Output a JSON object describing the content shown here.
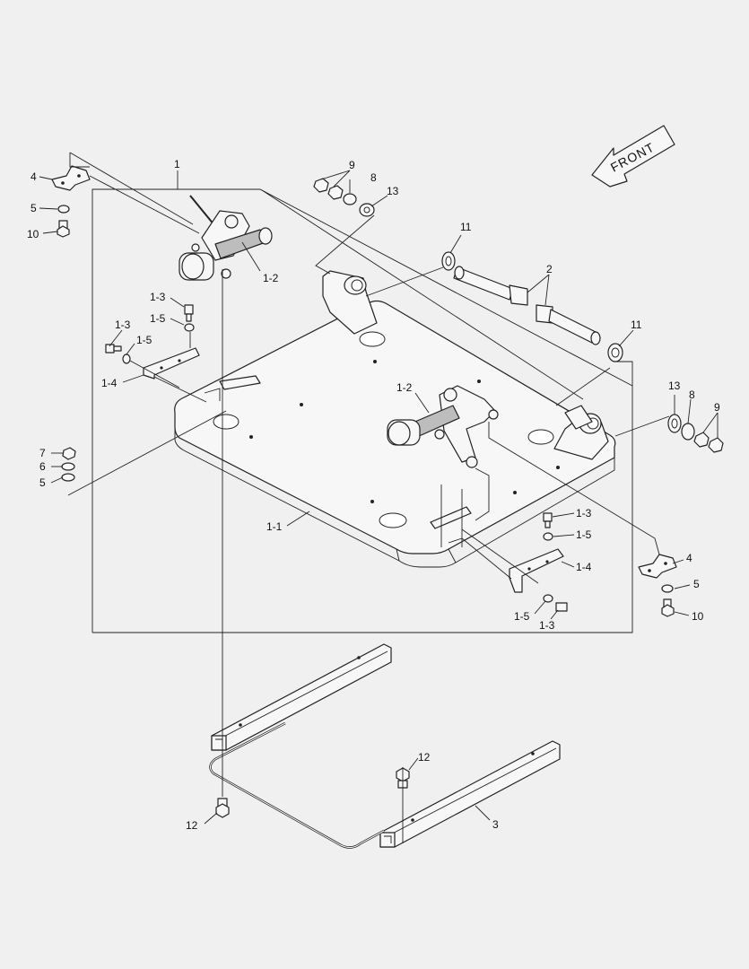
{
  "title": "",
  "front_label": "FRONT",
  "callouts": [
    {
      "id": "c1",
      "text": "1"
    },
    {
      "id": "c4a",
      "text": "4"
    },
    {
      "id": "c5a",
      "text": "5"
    },
    {
      "id": "c10a",
      "text": "10"
    },
    {
      "id": "c9a",
      "text": "9"
    },
    {
      "id": "c8a",
      "text": "8"
    },
    {
      "id": "c13a",
      "text": "13"
    },
    {
      "id": "c12a",
      "text": "1-2"
    },
    {
      "id": "c13x",
      "text": "1-3"
    },
    {
      "id": "c15x",
      "text": "1-5"
    },
    {
      "id": "c13y",
      "text": "1-3"
    },
    {
      "id": "c15y",
      "text": "1-5"
    },
    {
      "id": "c14a",
      "text": "1-4"
    },
    {
      "id": "c11a",
      "text": "11"
    },
    {
      "id": "c2",
      "text": "2"
    },
    {
      "id": "c11b",
      "text": "11"
    },
    {
      "id": "c13b",
      "text": "13"
    },
    {
      "id": "c8b",
      "text": "8"
    },
    {
      "id": "c9b",
      "text": "9"
    },
    {
      "id": "c12b",
      "text": "1-2"
    },
    {
      "id": "c7",
      "text": "7"
    },
    {
      "id": "c6",
      "text": "6"
    },
    {
      "id": "c5b",
      "text": "5"
    },
    {
      "id": "c11p",
      "text": "1-1"
    },
    {
      "id": "c13z",
      "text": "1-3"
    },
    {
      "id": "c15z",
      "text": "1-5"
    },
    {
      "id": "c14b",
      "text": "1-4"
    },
    {
      "id": "c15w",
      "text": "1-5"
    },
    {
      "id": "c13w",
      "text": "1-3"
    },
    {
      "id": "c4b",
      "text": "4"
    },
    {
      "id": "c5c",
      "text": "5"
    },
    {
      "id": "c10b",
      "text": "10"
    },
    {
      "id": "c12c",
      "text": "12"
    },
    {
      "id": "c12d",
      "text": "12"
    },
    {
      "id": "c3",
      "text": "3"
    }
  ]
}
